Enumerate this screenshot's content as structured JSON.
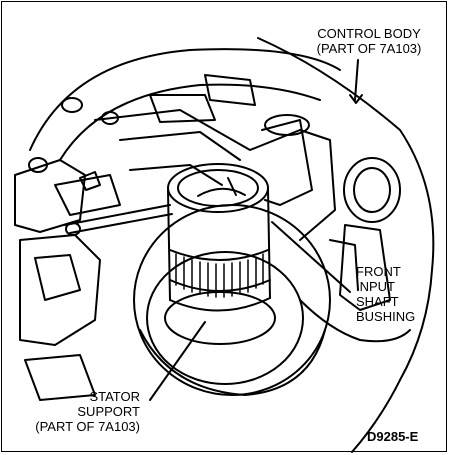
{
  "labels": {
    "control_body": [
      "CONTROL BODY",
      "(PART OF 7A103)"
    ],
    "front_input_shaft_bushing": [
      "FRONT",
      "INPUT",
      "SHAFT",
      "BUSHING"
    ],
    "stator_support": [
      "STATOR",
      "SUPPORT",
      "(PART OF 7A103)"
    ],
    "figure_code": "D9285-E"
  }
}
